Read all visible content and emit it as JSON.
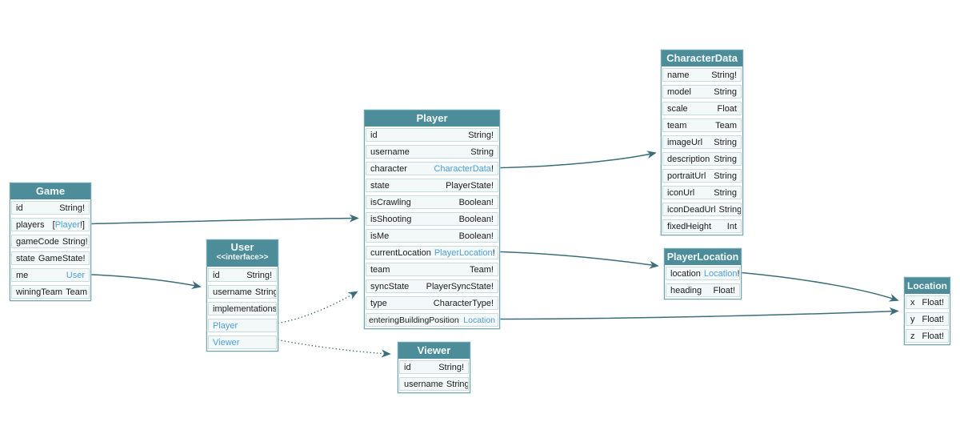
{
  "colors": {
    "header_bg": "#4d8c99",
    "header_text": "#f4f9fa",
    "row_bg": "#f3f8f9",
    "row_border": "#c9dde1",
    "link": "#4d9fd8",
    "arrow": "#3c6d78"
  },
  "tables": {
    "game": {
      "title": "Game",
      "fields": [
        {
          "name": "id",
          "type": "String!"
        },
        {
          "name": "players",
          "type_pre": "[",
          "type_link": "Player",
          "type_post": "!]"
        },
        {
          "name": "gameCode",
          "type": "String!"
        },
        {
          "name": "state",
          "type": "GameState!"
        },
        {
          "name": "me",
          "type_link": "User"
        },
        {
          "name": "winingTeam",
          "type": "Team"
        }
      ]
    },
    "user": {
      "title": "User",
      "subtitle": "<<interface>>",
      "fields": [
        {
          "name": "id",
          "type": "String!"
        },
        {
          "name": "username",
          "type": "String"
        },
        {
          "name": "implementations"
        },
        {
          "name": "Player"
        },
        {
          "name": "Viewer"
        }
      ]
    },
    "player": {
      "title": "Player",
      "fields": [
        {
          "name": "id",
          "type": "String!"
        },
        {
          "name": "username",
          "type": "String"
        },
        {
          "name": "character",
          "type_link": "CharacterData",
          "type_post": "!"
        },
        {
          "name": "state",
          "type": "PlayerState!"
        },
        {
          "name": "isCrawling",
          "type": "Boolean!"
        },
        {
          "name": "isShooting",
          "type": "Boolean!"
        },
        {
          "name": "isMe",
          "type": "Boolean!"
        },
        {
          "name": "currentLocation",
          "type_link": "PlayerLocation",
          "type_post": "!"
        },
        {
          "name": "team",
          "type": "Team!"
        },
        {
          "name": "syncState",
          "type": "PlayerSyncState!"
        },
        {
          "name": "type",
          "type": "CharacterType!"
        },
        {
          "name": "enteringBuildingPosition",
          "type_link": "Location"
        }
      ]
    },
    "viewer": {
      "title": "Viewer",
      "fields": [
        {
          "name": "id",
          "type": "String!"
        },
        {
          "name": "username",
          "type": "String"
        }
      ]
    },
    "characterData": {
      "title": "CharacterData",
      "fields": [
        {
          "name": "name",
          "type": "String!"
        },
        {
          "name": "model",
          "type": "String"
        },
        {
          "name": "scale",
          "type": "Float"
        },
        {
          "name": "team",
          "type": "Team"
        },
        {
          "name": "imageUrl",
          "type": "String"
        },
        {
          "name": "description",
          "type": "String"
        },
        {
          "name": "portraitUrl",
          "type": "String"
        },
        {
          "name": "iconUrl",
          "type": "String"
        },
        {
          "name": "iconDeadUrl",
          "type": "String"
        },
        {
          "name": "fixedHeight",
          "type": "Int"
        }
      ]
    },
    "playerLocation": {
      "title": "PlayerLocation",
      "fields": [
        {
          "name": "location",
          "type_link": "Location",
          "type_post": "!"
        },
        {
          "name": "heading",
          "type": "Float!"
        }
      ]
    },
    "location": {
      "title": "Location",
      "fields": [
        {
          "name": "x",
          "type": "Float!"
        },
        {
          "name": "y",
          "type": "Float!"
        },
        {
          "name": "z",
          "type": "Float!"
        }
      ]
    }
  }
}
